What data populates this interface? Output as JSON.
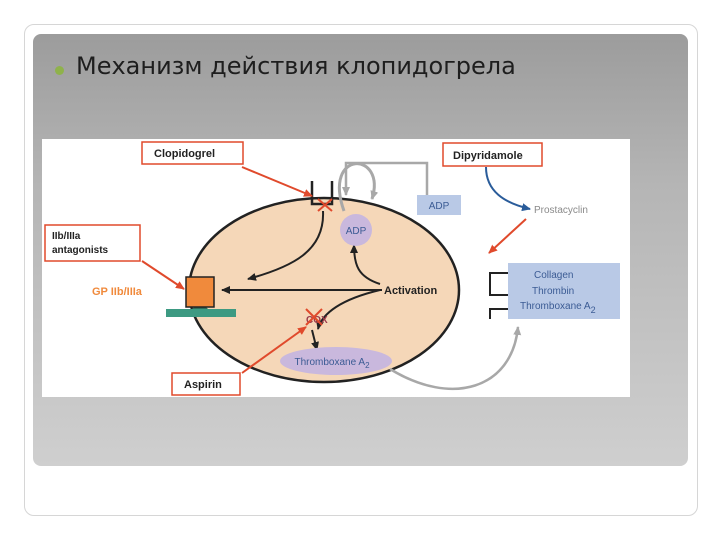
{
  "slide": {
    "title": "Механизм действия клопидогрела"
  },
  "diagram": {
    "clopidogrel": "Clopidogrel",
    "dipyridamole": "Dipyridamole",
    "adp_box": "ADP",
    "prostacyclin": "Prostacyclin",
    "iib_line1": "IIb/IIIa",
    "iib_line2": "antagonists",
    "adp_bubble": "ADP",
    "gp": "GP IIb/IIIa",
    "activation": "Activation",
    "cox": "COX",
    "collagen": "Collagen",
    "thrombin": "Thrombin",
    "thromboxane_right": "Thromboxane A",
    "thromboxane_right_sub": "2",
    "thromboxane_inner": "Thromboxane A",
    "thromboxane_inner_sub": "2",
    "aspirin": "Aspirin"
  },
  "colors": {
    "platelet_fill": "#f5d7b8",
    "label_box_border": "#e04a2c",
    "gp_receptor": "#f08a3c",
    "membrane_base": "#3d9a82",
    "inhibitor_arrow": "#e04a2c",
    "blue_arrow": "#2a5c9a",
    "info_box_fill": "#b9c9e6",
    "bubble_fill": "#c9b8dd",
    "text_blue": "#3b5b94"
  },
  "icons": {
    "bullet": "green-bullet-dot",
    "block_mark": "red-x-mark"
  }
}
